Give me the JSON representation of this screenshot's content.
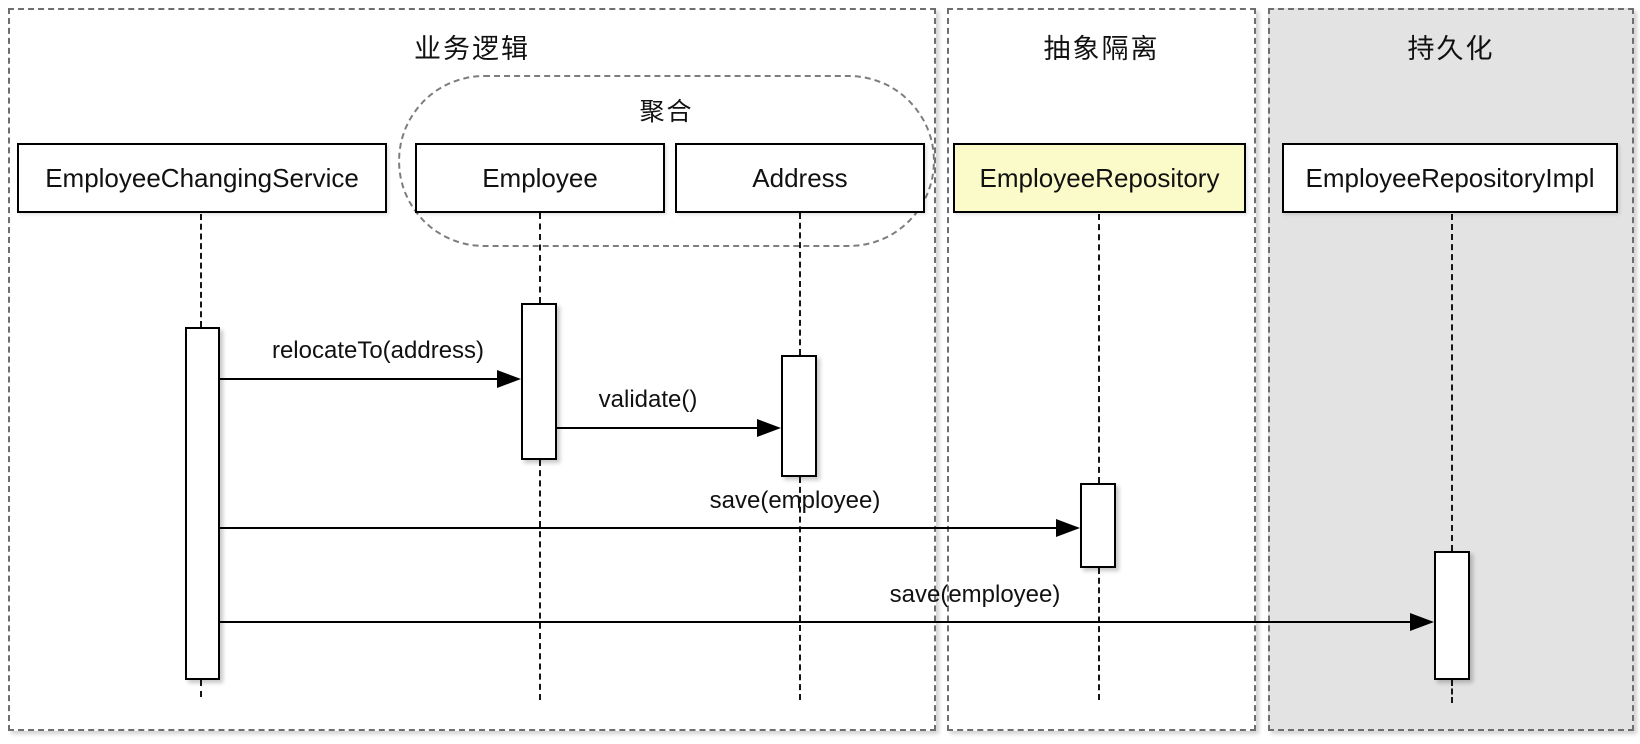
{
  "diagram": {
    "type": "uml-sequence-diagram",
    "frames": [
      {
        "id": "business",
        "label": "业务逻辑"
      },
      {
        "id": "abstraction",
        "label": "抽象隔离"
      },
      {
        "id": "persistence",
        "label": "持久化"
      }
    ],
    "aggregate": {
      "label": "聚合",
      "contains": [
        "Employee",
        "Address"
      ]
    },
    "participants": [
      {
        "label": "EmployeeChangingService",
        "frame": "业务逻辑"
      },
      {
        "label": "Employee",
        "frame": "业务逻辑"
      },
      {
        "label": "Address",
        "frame": "业务逻辑"
      },
      {
        "label": "EmployeeRepository",
        "frame": "抽象隔离",
        "highlighted": true
      },
      {
        "label": "EmployeeRepositoryImpl",
        "frame": "持久化"
      }
    ],
    "messages": [
      {
        "label": "relocateTo(address)",
        "from": "EmployeeChangingService",
        "to": "Employee"
      },
      {
        "label": "validate()",
        "from": "Employee",
        "to": "Address"
      },
      {
        "label": "save(employee)",
        "from": "EmployeeChangingService",
        "to": "EmployeeRepository"
      },
      {
        "label": "save(employee)",
        "from": "EmployeeChangingService",
        "to": "EmployeeRepositoryImpl"
      }
    ],
    "colors": {
      "highlight_participant_bg": "#FBFBC9",
      "persistence_frame_bg": "#E3E3E3",
      "frame_border": "#6E6E6E",
      "line": "#000000",
      "canvas_bg": "#FFFFFF"
    }
  }
}
